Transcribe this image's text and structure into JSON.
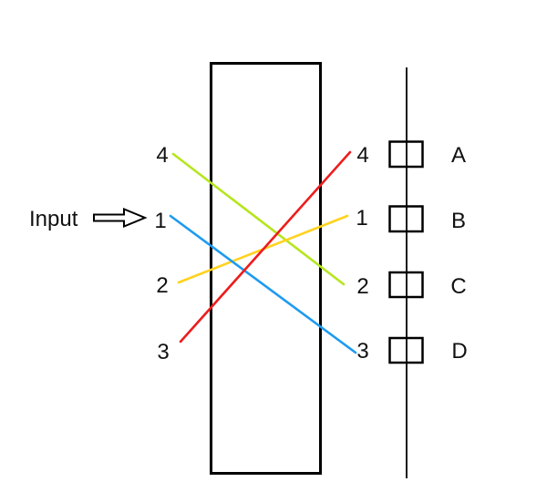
{
  "diagram": {
    "input_label": "Input",
    "left_ports": [
      "4",
      "1",
      "2",
      "3"
    ],
    "right_rows": [
      {
        "port": "4",
        "detector": "A"
      },
      {
        "port": "1",
        "detector": "B"
      },
      {
        "port": "2",
        "detector": "C"
      },
      {
        "port": "3",
        "detector": "D"
      }
    ],
    "connections": [
      {
        "from_left": "4",
        "to_right": "2",
        "color": "#b5e61d",
        "color_name": "yellow-green"
      },
      {
        "from_left": "2",
        "to_right": "1",
        "color": "#ffd21e",
        "color_name": "yellow"
      },
      {
        "from_left": "1",
        "to_right": "3",
        "color": "#1e9bf0",
        "color_name": "blue"
      },
      {
        "from_left": "3",
        "to_right": "4",
        "color": "#ee1c1c",
        "color_name": "red"
      }
    ],
    "stroke_color": "#000000"
  }
}
